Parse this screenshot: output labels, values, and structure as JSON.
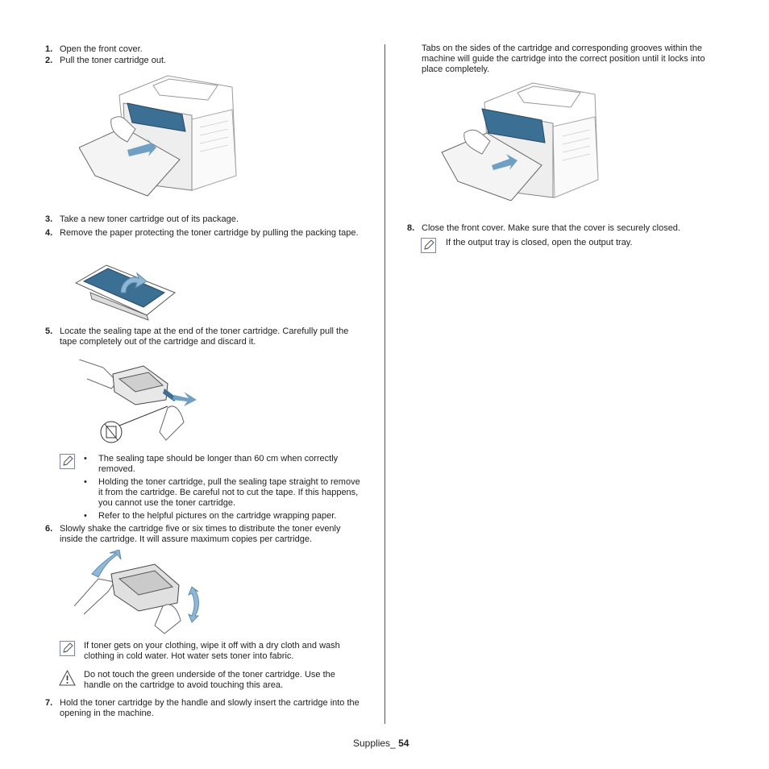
{
  "left": {
    "steps": [
      {
        "num": "1.",
        "text": "Open the front cover."
      },
      {
        "num": "2.",
        "text": "Pull the toner cartridge out."
      },
      {
        "num": "3.",
        "text": "Take a new toner cartridge out of its package."
      },
      {
        "num": "4.",
        "text": "Remove the paper protecting the toner cartridge by pulling the packing tape."
      },
      {
        "num": "5.",
        "text": "Locate the sealing tape at the end of the toner cartridge. Carefully pull the tape completely out of the cartridge and discard it."
      },
      {
        "num": "6.",
        "text": "Slowly shake the cartridge five or six times to distribute the toner evenly inside the cartridge. It will assure maximum copies per cartridge."
      },
      {
        "num": "7.",
        "text": "Hold the toner cartridge by the handle and slowly insert the cartridge into the opening in the machine."
      }
    ],
    "note1_bullets": [
      "The sealing tape should be longer than 60 cm when correctly removed.",
      "Holding the toner cartridge, pull the sealing tape straight to remove it from the cartridge. Be careful not to cut the tape. If this happens, you cannot use the toner cartridge.",
      "Refer to the helpful pictures on the cartridge wrapping paper."
    ],
    "bullet_char": "•",
    "note2": "If toner gets on your clothing, wipe it off with a dry cloth and wash clothing in cold water. Hot water sets toner into fabric.",
    "caution": "Do not touch the green underside of the toner cartridge. Use the handle on the cartridge to avoid touching this area."
  },
  "right": {
    "intro": "Tabs on the sides of the cartridge and corresponding grooves within the machine will guide the cartridge into the correct position until it locks into place completely.",
    "step8": {
      "num": "8.",
      "text": "Close the front cover. Make sure that the cover is securely closed."
    },
    "note": "If the output tray is closed, open the output tray."
  },
  "footer": {
    "section": "Supplies_",
    "page": "54"
  },
  "icons": {
    "note": "note-pencil-icon",
    "caution": "caution-triangle-icon"
  },
  "colors": {
    "accent": "#4a7fa8",
    "cartridge": "#3b6f94",
    "line": "#555555"
  }
}
